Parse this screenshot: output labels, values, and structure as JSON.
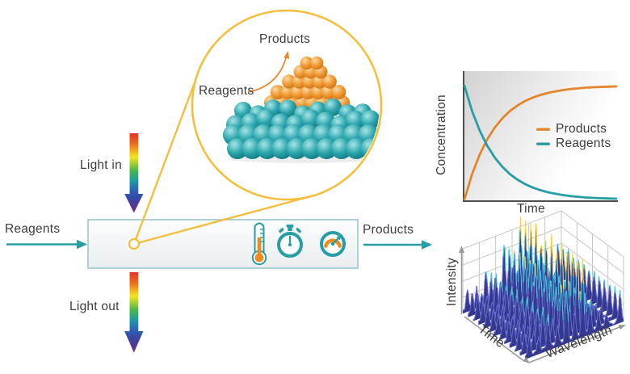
{
  "diagram": {
    "flow": {
      "input_label": "Reagents",
      "output_label": "Products"
    },
    "light": {
      "in_label": "Light in",
      "out_label": "Light out"
    },
    "reactor": {
      "icons": [
        "thermometer-icon",
        "stopwatch-icon",
        "gauge-icon"
      ]
    },
    "magnifier": {
      "reagents_label": "Reagents",
      "products_label": "Products"
    }
  },
  "colors": {
    "teal": "#279da4",
    "orange": "#e8872b",
    "gold": "#f3bf3f",
    "text": "#3d3d3d",
    "box_border": "#a7cbd3",
    "rainbow": [
      "#e33122",
      "#ec6c1c",
      "#f3e51f",
      "#4cb749",
      "#1d9ba5",
      "#2a64b5",
      "#6f2b8f"
    ]
  },
  "chart_data": [
    {
      "type": "line",
      "title": "",
      "xlabel": "Time",
      "ylabel": "Concentration",
      "x_range": [
        0,
        1
      ],
      "y_range": [
        0,
        1
      ],
      "grid": false,
      "legend_position": "right-center",
      "background": "gray-to-white diagonal gradient",
      "x": [
        0,
        0.05,
        0.1,
        0.15,
        0.2,
        0.25,
        0.3,
        0.35,
        0.4,
        0.45,
        0.5,
        0.55,
        0.6,
        0.65,
        0.7,
        0.75,
        0.8,
        0.85,
        0.9,
        0.95,
        1
      ],
      "series": [
        {
          "name": "Products",
          "color": "#e2862b",
          "values": [
            0,
            0.221,
            0.393,
            0.528,
            0.632,
            0.713,
            0.777,
            0.826,
            0.865,
            0.895,
            0.918,
            0.936,
            0.95,
            0.961,
            0.97,
            0.976,
            0.982,
            0.986,
            0.989,
            0.991,
            0.993
          ]
        },
        {
          "name": "Reagents",
          "color": "#279da4",
          "values": [
            1,
            0.779,
            0.607,
            0.472,
            0.368,
            0.287,
            0.223,
            0.174,
            0.135,
            0.105,
            0.082,
            0.064,
            0.05,
            0.039,
            0.03,
            0.024,
            0.018,
            0.014,
            0.011,
            0.009,
            0.007
          ]
        }
      ]
    },
    {
      "type": "3d_waterfall",
      "xlabel": "Wavelength",
      "ylabel": "Time",
      "zlabel": "Intensity",
      "n_time_slices": 13,
      "peak_sigma": 0.018,
      "peaks": [
        {
          "pos": 0.045,
          "h": 0.32
        },
        {
          "pos": 0.14,
          "h": 0.27
        },
        {
          "pos": 0.235,
          "h": 0.52
        },
        {
          "pos": 0.33,
          "h": 0.31
        },
        {
          "pos": 0.42,
          "h": 0.82
        },
        {
          "pos": 0.505,
          "h": 0.4
        },
        {
          "pos": 0.585,
          "h": 1.12
        },
        {
          "pos": 0.66,
          "h": 0.5
        },
        {
          "pos": 0.745,
          "h": 0.3
        },
        {
          "pos": 0.825,
          "h": 0.22
        },
        {
          "pos": 0.965,
          "h": 0.45
        }
      ],
      "colormap": {
        "low": "#34388f",
        "low_stroke": "#6266c8",
        "mid": "#3fc6da",
        "high": "#f2d53d",
        "mid_threshold": 0.44,
        "high_threshold": 0.88
      }
    }
  ]
}
